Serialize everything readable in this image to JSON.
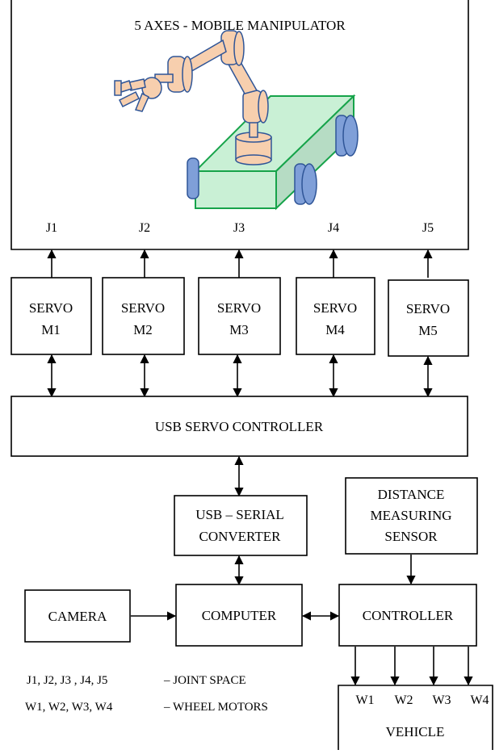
{
  "top_box": {
    "title": "5 AXES - MOBILE MANIPULATOR",
    "joints": [
      "J1",
      "J2",
      "J3",
      "J4",
      "J5"
    ]
  },
  "servos": [
    {
      "line1": "SERVO",
      "line2": "M1"
    },
    {
      "line1": "SERVO",
      "line2": "M2"
    },
    {
      "line1": "SERVO",
      "line2": "M3"
    },
    {
      "line1": "SERVO",
      "line2": "M4"
    },
    {
      "line1": "SERVO",
      "line2": "M5"
    }
  ],
  "usb_servo_controller": "USB SERVO CONTROLLER",
  "usb_serial": {
    "line1": "USB – SERIAL",
    "line2": "CONVERTER"
  },
  "distance_sensor": {
    "line1": "DISTANCE",
    "line2": "MEASURING",
    "line3": "SENSOR"
  },
  "camera": "CAMERA",
  "computer": "COMPUTER",
  "controller": "CONTROLLER",
  "legend": {
    "joints_codes": "J1, J2, J3 , J4, J5",
    "joints_desc": "– JOINT SPACE",
    "wheels_codes": "W1, W2, W3, W4",
    "wheels_desc": "– WHEEL MOTORS"
  },
  "vehicle": {
    "label": "VEHICLE",
    "wheels": [
      "W1",
      "W2",
      "W3",
      "W4"
    ]
  },
  "colors": {
    "arm": "#f7cfae",
    "arm_stroke": "#2f5597",
    "platform": "#c9f0d5",
    "platform_stroke": "#16a34a",
    "wheel": "#7f9fd8"
  }
}
